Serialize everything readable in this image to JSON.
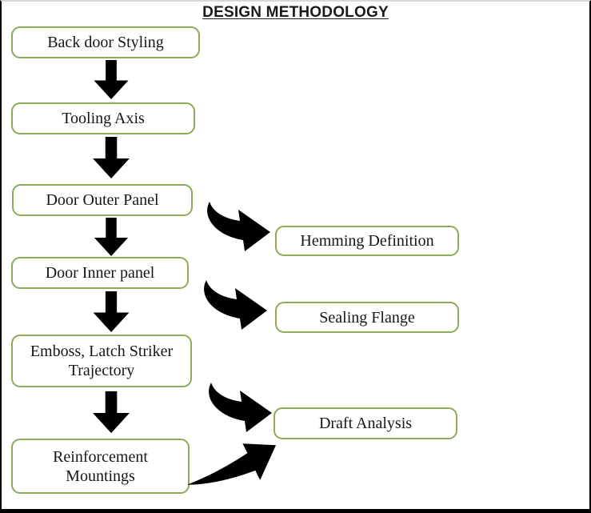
{
  "title": "DESIGN METHODOLOGY",
  "colors": {
    "box_border": "#8cab58",
    "arrow": "#000000",
    "text": "#161616",
    "frame_border": "#000000"
  },
  "flow": {
    "main_steps": [
      {
        "label": "Back door Styling"
      },
      {
        "label": "Tooling Axis"
      },
      {
        "label": "Door Outer Panel"
      },
      {
        "label": "Door Inner panel"
      },
      {
        "label": "Emboss, Latch Striker Trajectory"
      },
      {
        "label": "Reinforcement Mountings"
      }
    ],
    "side_outputs": [
      {
        "label": "Hemming Definition"
      },
      {
        "label": "Sealing Flange"
      },
      {
        "label": "Draft Analysis"
      }
    ],
    "connections": [
      {
        "from": "Back door Styling",
        "to": "Tooling Axis",
        "type": "down-arrow"
      },
      {
        "from": "Tooling Axis",
        "to": "Door Outer Panel",
        "type": "down-arrow"
      },
      {
        "from": "Door Outer Panel",
        "to": "Door Inner panel",
        "type": "down-arrow"
      },
      {
        "from": "Door Inner panel",
        "to": "Emboss, Latch Striker Trajectory",
        "type": "down-arrow"
      },
      {
        "from": "Emboss, Latch Striker Trajectory",
        "to": "Reinforcement Mountings",
        "type": "down-arrow"
      },
      {
        "from": "Door Outer Panel",
        "to": "Hemming Definition",
        "type": "curved-arrow"
      },
      {
        "from": "Door Inner panel",
        "to": "Sealing Flange",
        "type": "curved-arrow"
      },
      {
        "from": "Emboss, Latch Striker Trajectory",
        "to": "Draft Analysis",
        "type": "curved-arrow"
      },
      {
        "from": "Reinforcement Mountings",
        "to": "Draft Analysis",
        "type": "swoosh-arrow"
      }
    ]
  }
}
